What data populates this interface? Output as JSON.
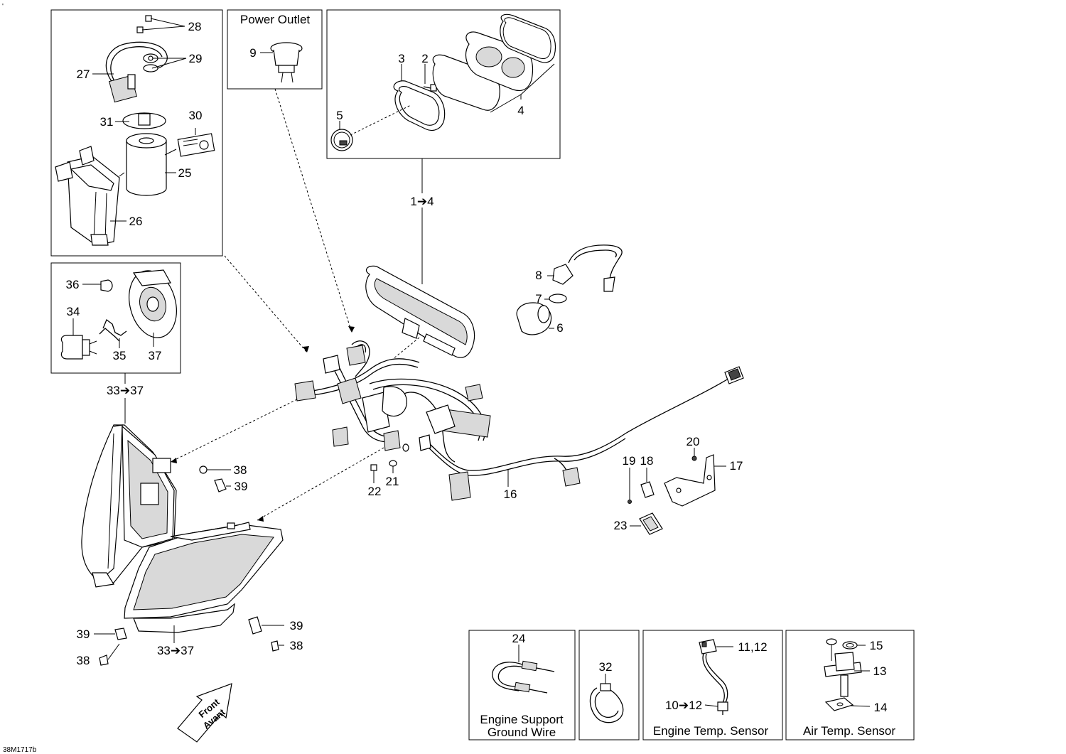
{
  "corner_mark": "'",
  "figure_code": "38M1717b",
  "arrow_text": [
    "Front",
    "Avant"
  ],
  "box_titles": {
    "power_outlet": "Power Outlet",
    "ground_wire": [
      "Engine Support",
      "Ground Wire"
    ],
    "engine_temp": "Engine Temp. Sensor",
    "air_temp": "Air Temp. Sensor"
  },
  "callouts": {
    "c1to4": "1➔4",
    "c2": "2",
    "c3": "3",
    "c4": "4",
    "c5": "5",
    "c6": "6",
    "c7": "7",
    "c8": "8",
    "c9": "9",
    "c10to12": "10➔12",
    "c11_12": "11,12",
    "c13": "13",
    "c14": "14",
    "c15": "15",
    "c16": "16",
    "c17": "17",
    "c18": "18",
    "c19": "19",
    "c20": "20",
    "c21": "21",
    "c22": "22",
    "c23": "23",
    "c24": "24",
    "c25": "25",
    "c26": "26",
    "c27": "27",
    "c28": "28",
    "c29": "29",
    "c30": "30",
    "c31": "31",
    "c32": "32",
    "c33to37_top": "33➔37",
    "c33to37_bottom": "33➔37",
    "c34": "34",
    "c35": "35",
    "c36": "36",
    "c37": "37",
    "c38_top": "38",
    "c39_top": "39",
    "c39_left": "39",
    "c38_left": "38",
    "c39_right": "39",
    "c38_right": "38"
  }
}
